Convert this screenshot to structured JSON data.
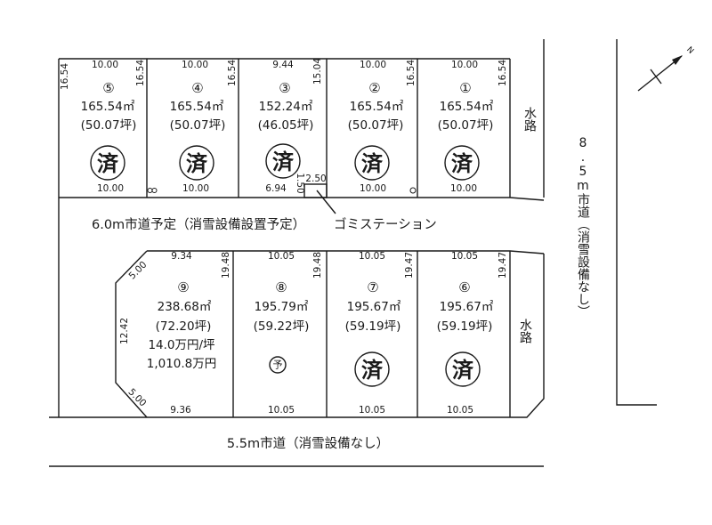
{
  "roads": {
    "planned": "6.0m市道予定（消雪設備設置予定）",
    "south": "5.5m市道（消雪設備なし）",
    "east": "8.5m市道（消雪設備なし）",
    "waterway": "水路"
  },
  "garbage_station": {
    "label": "ゴミステーション",
    "width": "2.50",
    "depth": "1.50"
  },
  "north_label": "N",
  "lots": [
    {
      "number": "①",
      "area": "165.54㎡",
      "tsubo": "(50.07坪)",
      "status": "済",
      "front_top": "10.00",
      "front_bottom": "10.00",
      "side_right": "16.54"
    },
    {
      "number": "②",
      "area": "165.54㎡",
      "tsubo": "(50.07坪)",
      "status": "済",
      "front_top": "10.00",
      "front_bottom": "10.00",
      "side_right": "16.54"
    },
    {
      "number": "③",
      "area": "152.24㎡",
      "tsubo": "(46.05坪)",
      "status": "済",
      "front_top": "9.44",
      "front_bottom": "6.94",
      "side_right": "15.04"
    },
    {
      "number": "④",
      "area": "165.54㎡",
      "tsubo": "(50.07坪)",
      "status": "済",
      "front_top": "10.00",
      "front_bottom": "10.00",
      "side_right": "16.54"
    },
    {
      "number": "⑤",
      "area": "165.54㎡",
      "tsubo": "(50.07坪)",
      "status": "済",
      "front_top": "10.00",
      "front_bottom": "10.00",
      "side_right": "16.54",
      "side_left": "16.54"
    },
    {
      "number": "⑥",
      "area": "195.67㎡",
      "tsubo": "(59.19坪)",
      "status": "済",
      "front_top": "10.05",
      "front_bottom": "10.05",
      "side_right": "19.47"
    },
    {
      "number": "⑦",
      "area": "195.67㎡",
      "tsubo": "(59.19坪)",
      "status": "済",
      "front_top": "10.05",
      "front_bottom": "10.05",
      "side_right": "19.47"
    },
    {
      "number": "⑧",
      "area": "195.79㎡",
      "tsubo": "(59.22坪)",
      "status": "予",
      "front_top": "10.05",
      "front_bottom": "10.05",
      "side_right": "19.48"
    },
    {
      "number": "⑨",
      "area": "238.68㎡",
      "tsubo": "(72.20坪)",
      "price_per_tsubo": "14.0万円/坪",
      "price": "1,010.8万円",
      "front_top": "9.34",
      "front_bottom": "9.36",
      "side_right": "19.48",
      "side_left": "12.42",
      "corner_top": "5.00",
      "corner_bottom": "5.00"
    }
  ]
}
